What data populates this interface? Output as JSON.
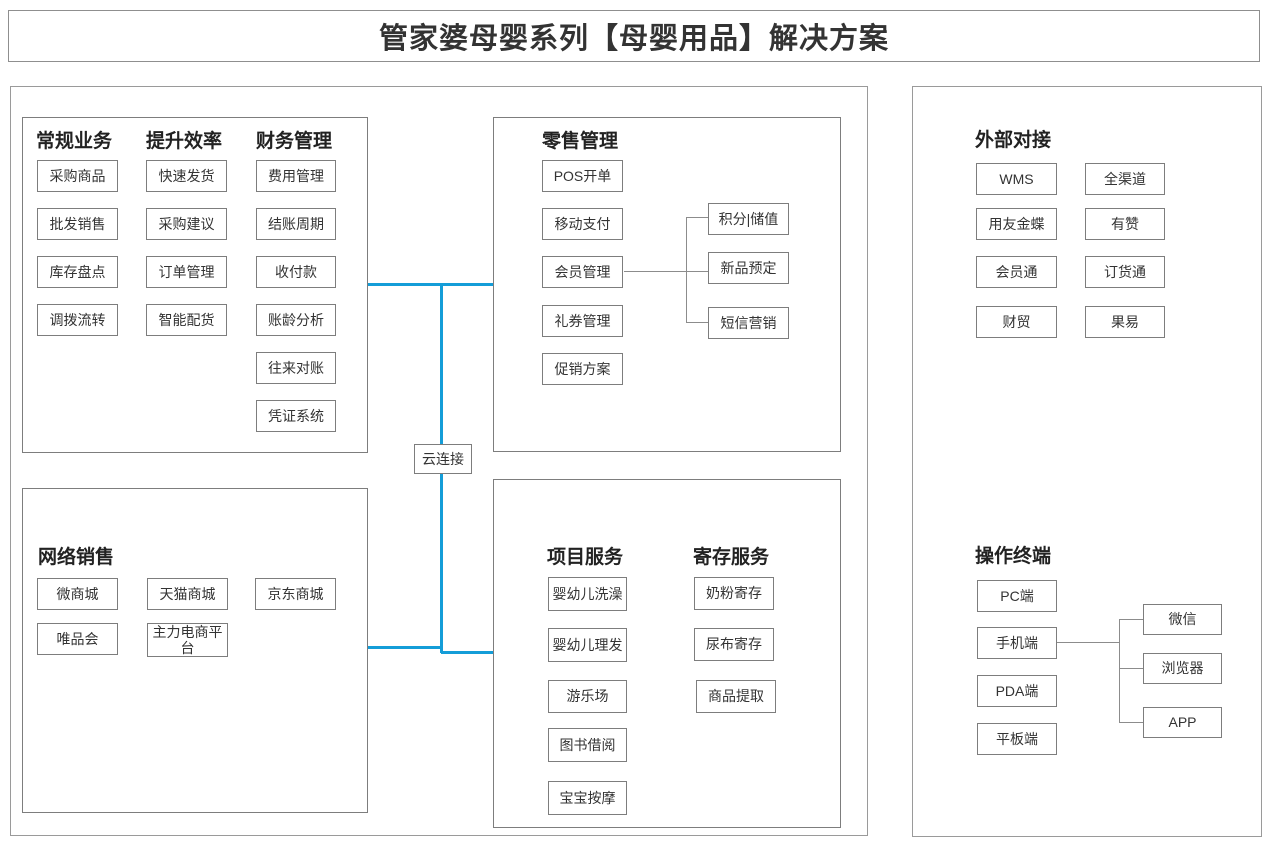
{
  "title": "管家婆母婴系列【母婴用品】解决方案",
  "colors": {
    "accent_blue": "#149dd8",
    "panel_border": "#9a9a9a",
    "node_border": "#7d7d7d",
    "text": "#333333"
  },
  "cloud": {
    "label": "云连接"
  },
  "operations": {
    "columns": [
      {
        "header": "常规业务",
        "items": [
          "采购商品",
          "批发销售",
          "库存盘点",
          "调拨流转"
        ]
      },
      {
        "header": "提升效率",
        "items": [
          "快速发货",
          "采购建议",
          "订单管理",
          "智能配货"
        ]
      },
      {
        "header": "财务管理",
        "items": [
          "费用管理",
          "结账周期",
          "收付款",
          "账龄分析",
          "往来对账",
          "凭证系统"
        ]
      }
    ]
  },
  "retail": {
    "header": "零售管理",
    "items": [
      "POS开单",
      "移动支付",
      "会员管理",
      "礼券管理",
      "促销方案"
    ],
    "member_branches": [
      "积分|储值",
      "新品预定",
      "短信营销"
    ]
  },
  "online_sales": {
    "header": "网络销售",
    "row1": [
      "微商城",
      "天猫商城",
      "京东商城"
    ],
    "row2": [
      "唯品会",
      "主力电商平台"
    ]
  },
  "services": {
    "project": {
      "header": "项目服务",
      "items": [
        "婴幼儿洗澡",
        "婴幼儿理发",
        "游乐场",
        "图书借阅",
        "宝宝按摩"
      ]
    },
    "deposit": {
      "header": "寄存服务",
      "items": [
        "奶粉寄存",
        "尿布寄存",
        "商品提取"
      ]
    }
  },
  "external": {
    "header": "外部对接",
    "col1": [
      "WMS",
      "用友金蝶",
      "会员通",
      "财贸"
    ],
    "col2": [
      "全渠道",
      "有赞",
      "订货通",
      "果易"
    ]
  },
  "terminals": {
    "header": "操作终端",
    "items": [
      "PC端",
      "手机端",
      "PDA端",
      "平板端"
    ],
    "phone_branches": [
      "微信",
      "浏览器",
      "APP"
    ]
  }
}
